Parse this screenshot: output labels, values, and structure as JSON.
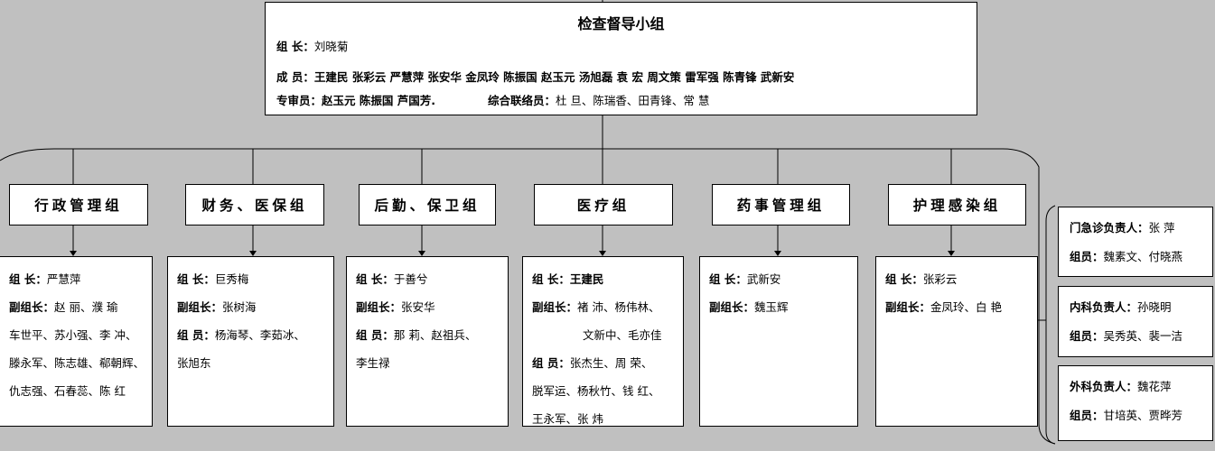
{
  "top": {
    "title": "检查督导小组",
    "leader_label": "组  长：",
    "leader": "刘晓菊",
    "members_label": "成  员：",
    "members": "王建民   张彩云   严慧萍   张安华   金凤玲   陈振国   赵玉元   汤旭磊   袁   宏   周文策   雷军强   陈青锋   武新安",
    "auditors_label": "专审员：",
    "auditors": "赵玉元   陈振国   芦国芳.",
    "liaison_label": "综合联络员：",
    "liaison": "杜   旦、陈瑞香、田青锋、常   慧"
  },
  "groups": [
    {
      "name": "行政管理组",
      "lines": [
        {
          "label": "组   长：",
          "text": "严慧萍"
        },
        {
          "label": "副组长：",
          "text": "赵   丽、濮   瑜"
        },
        {
          "label": "",
          "text": "车世平、苏小强、李   冲、"
        },
        {
          "label": "",
          "text": "滕永军、陈志雄、郗朝辉、"
        },
        {
          "label": "",
          "text": "仇志强、石春蕊、陈   红"
        }
      ]
    },
    {
      "name": "财务、医保组",
      "lines": [
        {
          "label": "组   长：",
          "text": "巨秀梅"
        },
        {
          "label": "副组长：",
          "text": "张树海"
        },
        {
          "label": "组   员：",
          "text": "杨海琴、李茹冰、"
        },
        {
          "label": "",
          "text": "张旭东"
        }
      ]
    },
    {
      "name": "后勤、保卫组",
      "lines": [
        {
          "label": "组   长：",
          "text": "于善兮"
        },
        {
          "label": "副组长：",
          "text": "张安华"
        },
        {
          "label": "组   员：",
          "text": "那   莉、赵祖兵、"
        },
        {
          "label": "",
          "text": "李生禄"
        }
      ]
    },
    {
      "name": "医疗组",
      "lines": [
        {
          "label": "组   长：",
          "text": "王建民"
        },
        {
          "label": "副组长：",
          "text": "褚   沛、杨伟林、"
        },
        {
          "label": "",
          "text": "文新中、毛亦佳"
        },
        {
          "label": "组  员：",
          "text": "张杰生、周   荣、"
        },
        {
          "label": "",
          "text": "脱军运、杨秋竹、钱   红、"
        },
        {
          "label": "",
          "text": "王永军、张   炜"
        }
      ]
    },
    {
      "name": "药事管理组",
      "lines": [
        {
          "label": "组   长：",
          "text": "武新安"
        },
        {
          "label": "副组长：",
          "text": "魏玉辉"
        }
      ]
    },
    {
      "name": "护理感染组",
      "lines": [
        {
          "label": "组   长：",
          "text": "张彩云"
        },
        {
          "label": "副组长：",
          "text": "金凤玲、白   艳"
        }
      ]
    }
  ],
  "side": [
    {
      "head_label": "门急诊负责人：",
      "head": "张   萍",
      "member_label": "组员：",
      "members": "魏素文、付晓燕"
    },
    {
      "head_label": "内科负责人：",
      "head": "孙晓明",
      "member_label": "组员：",
      "members": "吴秀英、裴一洁"
    },
    {
      "head_label": "外科负责人：",
      "head": "魏花萍",
      "member_label": "组员：",
      "members": "甘培英、贾晔芳"
    }
  ]
}
